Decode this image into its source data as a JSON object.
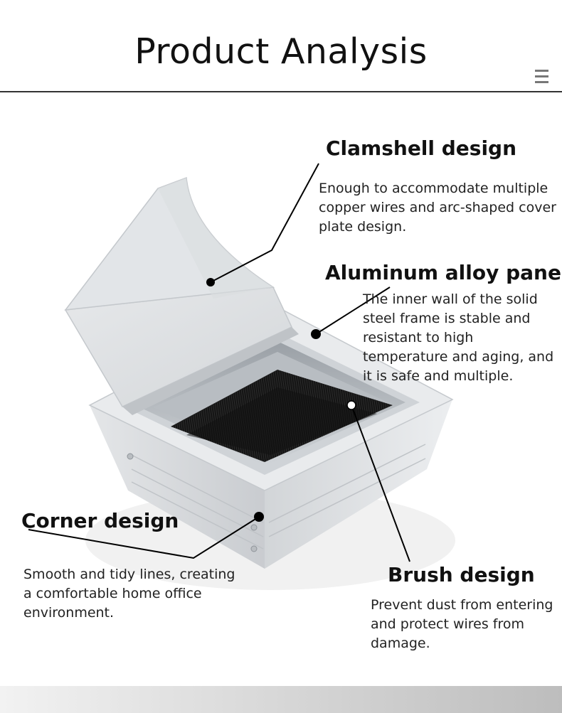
{
  "header": {
    "title": "Product Analysis",
    "menu_icon": "menu-icon"
  },
  "colors": {
    "text": "#111111",
    "rule": "#333333",
    "brush": "#161616",
    "aluminum": "#dde0e3"
  },
  "features": {
    "clamshell": {
      "title": "Clamshell design",
      "desc": "Enough to accommodate multiple copper wires and arc-shaped cover plate design."
    },
    "aluminum": {
      "title": "Aluminum alloy panel",
      "desc": "The inner wall of the solid steel frame is stable and resistant to high temperature and aging, and it is safe and multiple."
    },
    "corner": {
      "title": "Corner design",
      "desc": "Smooth and tidy lines, creating a comfortable home office environment."
    },
    "brush": {
      "title": "Brush design",
      "desc": "Prevent dust from entering and protect wires from damage."
    }
  }
}
